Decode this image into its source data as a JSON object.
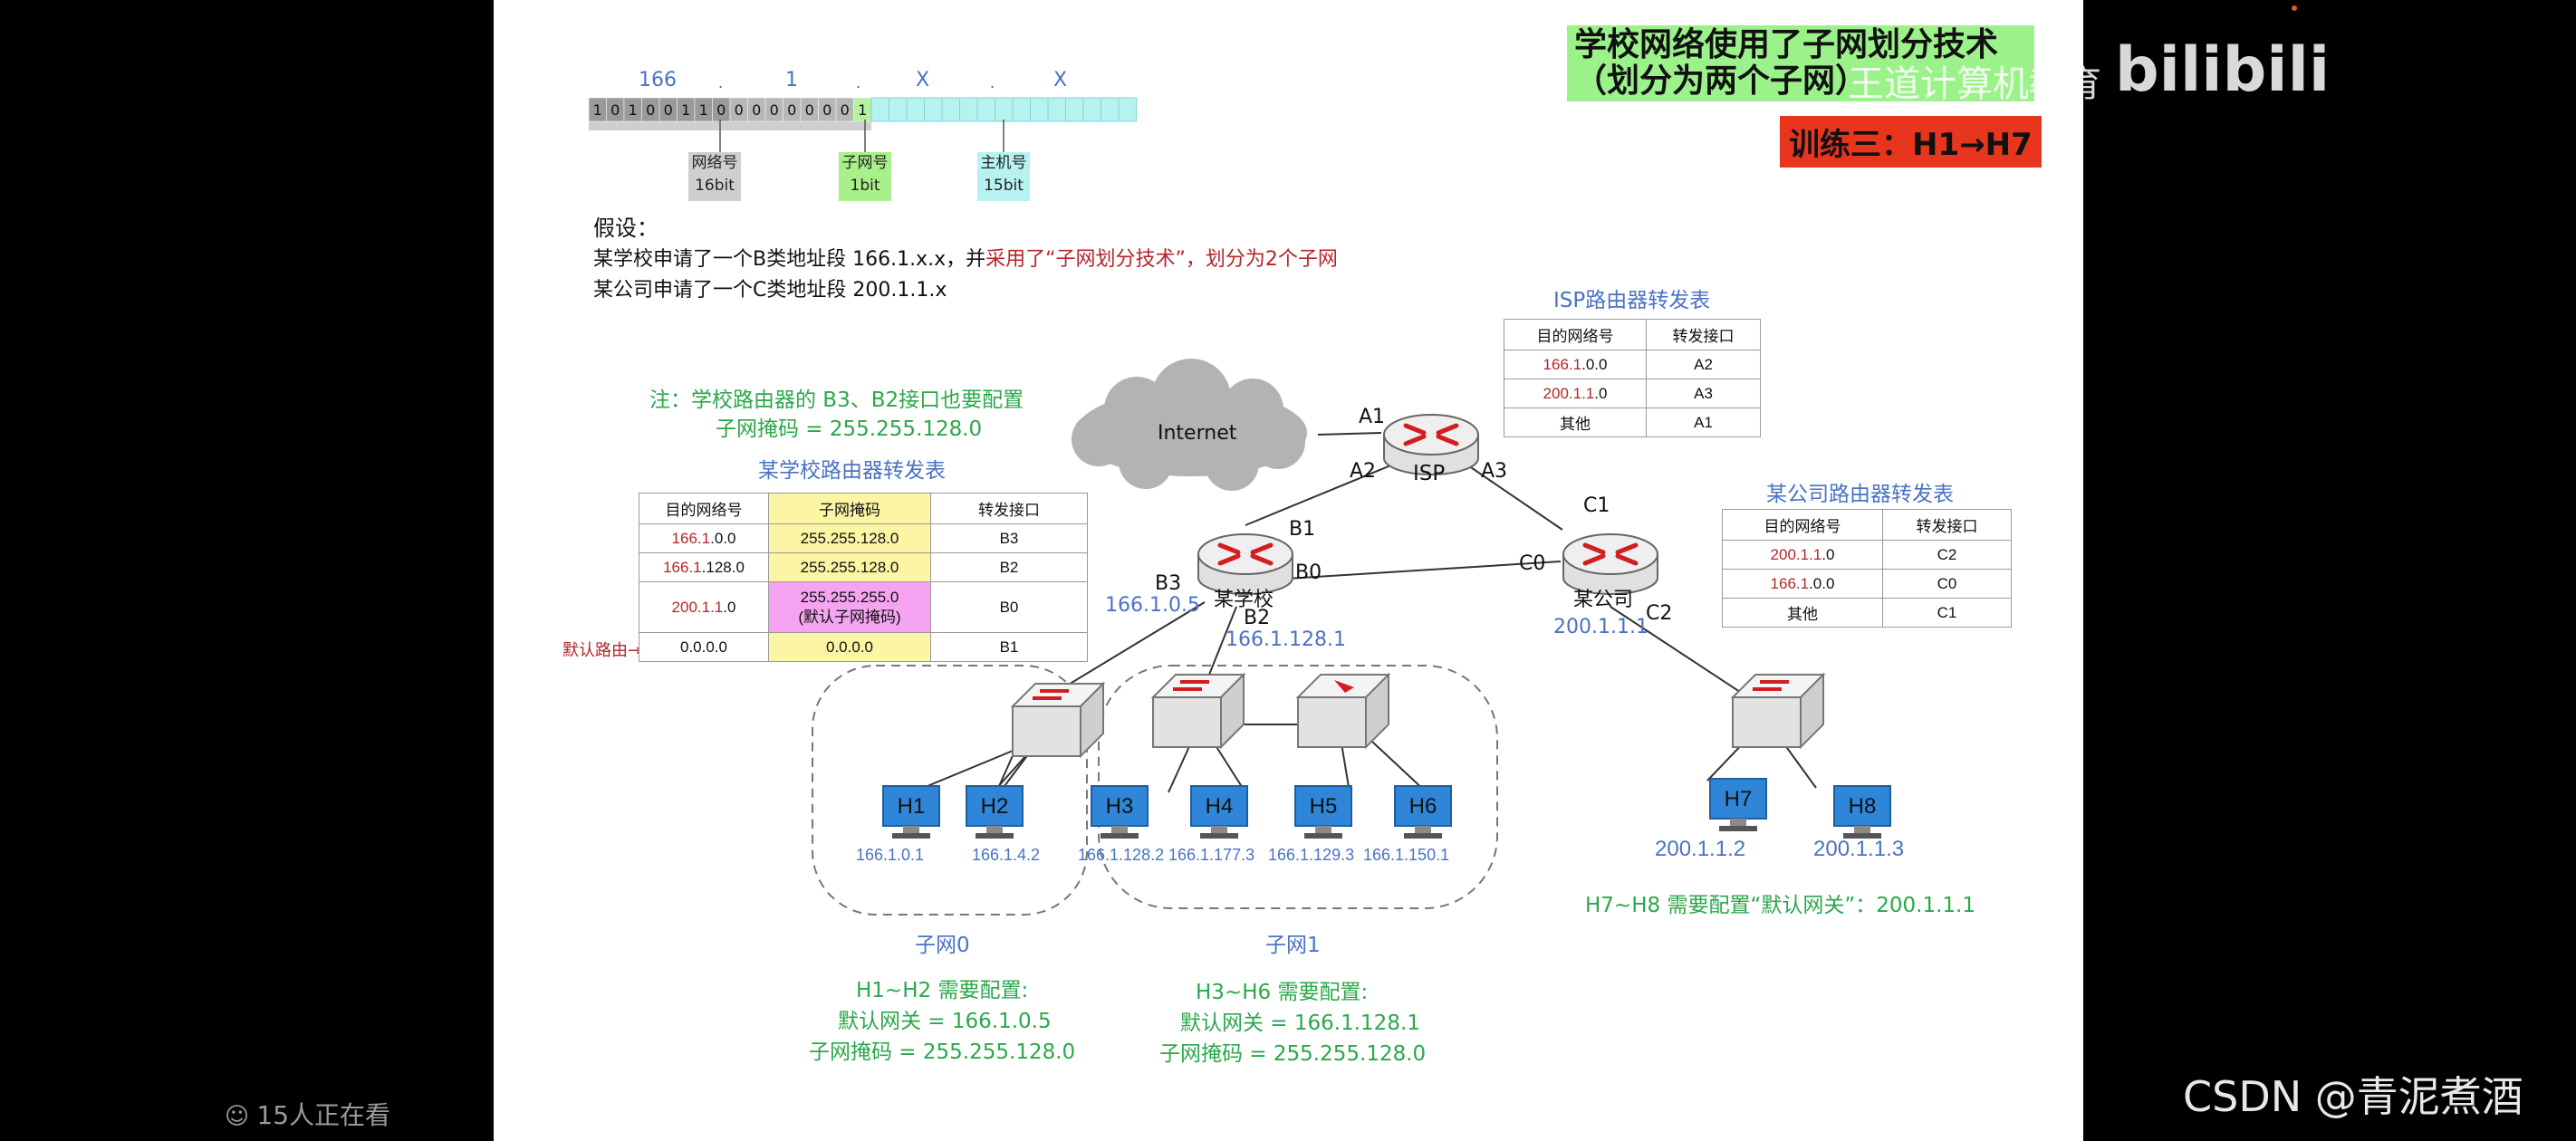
{
  "watermarks": {
    "bilibili": "bilibili",
    "brand_text": "王道计算机教育",
    "viewers": "15人正在看",
    "csdn": "CSDN @青泥煮酒"
  },
  "title": {
    "line1": "学校网络使用了子网划分技术",
    "line2": "（划分为两个子网）",
    "training": "训练三：H1→H7"
  },
  "address": {
    "labels": [
      "166",
      ".",
      "1",
      ".",
      "X",
      ".",
      "X"
    ],
    "bits": [
      "1",
      "0",
      "1",
      "0",
      "0",
      "1",
      "1",
      "0",
      "0",
      "0",
      "0",
      "0",
      "0",
      "0",
      "0",
      "1"
    ],
    "tags": [
      {
        "line1": "网络号",
        "line2": "16bit"
      },
      {
        "line1": "子网号",
        "line2": "1bit"
      },
      {
        "line1": "主机号",
        "line2": "15bit"
      }
    ]
  },
  "assumption": {
    "heading": "假设：",
    "line1_a": "某学校申请了一个B类地址段 166.1.x.x，并",
    "line1_b": "采用了“子网划分技术”，划分为2个子网",
    "line2": "某公司申请了一个C类地址段 200.1.1.x"
  },
  "note": {
    "line1": "注：学校路由器的 B3、B2接口也要配置",
    "line2": "子网掩码 = 255.255.128.0"
  },
  "isp_table": {
    "title": "ISP路由器转发表",
    "headers": [
      "目的网络号",
      "转发接口"
    ],
    "rows": [
      {
        "net_a": "166.1",
        "net_b": ".0.0",
        "port": "A2"
      },
      {
        "net_a": "200.1.1",
        "net_b": ".0",
        "port": "A3"
      },
      {
        "net_a": "",
        "net_b": "其他",
        "port": "A1"
      }
    ]
  },
  "school_table": {
    "title": "某学校路由器转发表",
    "headers": [
      "目的网络号",
      "子网掩码",
      "转发接口"
    ],
    "rows": [
      {
        "net_a": "166.1",
        "net_b": ".0.0",
        "mask": "255.255.128.0",
        "port": "B3"
      },
      {
        "net_a": "166.1",
        "net_b": ".128.0",
        "mask": "255.255.128.0",
        "port": "B2"
      },
      {
        "net_a": "200.1.1",
        "net_b": ".0",
        "mask": "255.255.255.0",
        "mask2": "(默认子网掩码)",
        "port": "B0"
      },
      {
        "net_a": "",
        "net_b": "0.0.0.0",
        "mask": "0.0.0.0",
        "port": "B1"
      }
    ],
    "default_route": "默认路由→"
  },
  "company_table": {
    "title": "某公司路由器转发表",
    "headers": [
      "目的网络号",
      "转发接口"
    ],
    "rows": [
      {
        "net_a": "200.1.1",
        "net_b": ".0",
        "port": "C2"
      },
      {
        "net_a": "166.1",
        "net_b": ".0.0",
        "port": "C0"
      },
      {
        "net_a": "",
        "net_b": "其他",
        "port": "C1"
      }
    ]
  },
  "network": {
    "internet": "Internet",
    "routers": {
      "isp": "ISP",
      "school": "某学校",
      "company": "某公司"
    },
    "ports": {
      "A1": "A1",
      "A2": "A2",
      "A3": "A3",
      "B0": "B0",
      "B1": "B1",
      "B2": "B2",
      "B3": "B3",
      "C0": "C0",
      "C1": "C1",
      "C2": "C2"
    },
    "ips": {
      "b3": "166.1.0.5",
      "b2": "166.1.128.1",
      "c2": "200.1.1.1"
    },
    "hosts": [
      {
        "name": "H1",
        "ip": "166.1.0.1"
      },
      {
        "name": "H2",
        "ip": "166.1.4.2"
      },
      {
        "name": "H3",
        "ip": "166.1.128.2"
      },
      {
        "name": "H4",
        "ip": "166.1.177.3"
      },
      {
        "name": "H5",
        "ip": "166.1.129.3"
      },
      {
        "name": "H6",
        "ip": "166.1.150.1"
      },
      {
        "name": "H7",
        "ip": "200.1.1.2"
      },
      {
        "name": "H8",
        "ip": "200.1.1.3"
      }
    ],
    "subnets": [
      "子网0",
      "子网1"
    ]
  },
  "configs": {
    "sub0": {
      "line1": "H1~H2 需要配置:",
      "line2": "默认网关 = 166.1.0.5",
      "line3": "子网掩码 = 255.255.128.0"
    },
    "sub1": {
      "line1": "H3~H6 需要配置:",
      "line2": "默认网关 = 166.1.128.1",
      "line3": "子网掩码 = 255.255.128.0"
    },
    "company": "H7~H8 需要配置“默认网关”：200.1.1.1"
  },
  "colors": {
    "red": "#b3262a",
    "blue": "#4a72c4",
    "green": "#2aa84a",
    "mask_yellow": "#fcf5a3",
    "mask_pink": "#f6a4f2"
  }
}
